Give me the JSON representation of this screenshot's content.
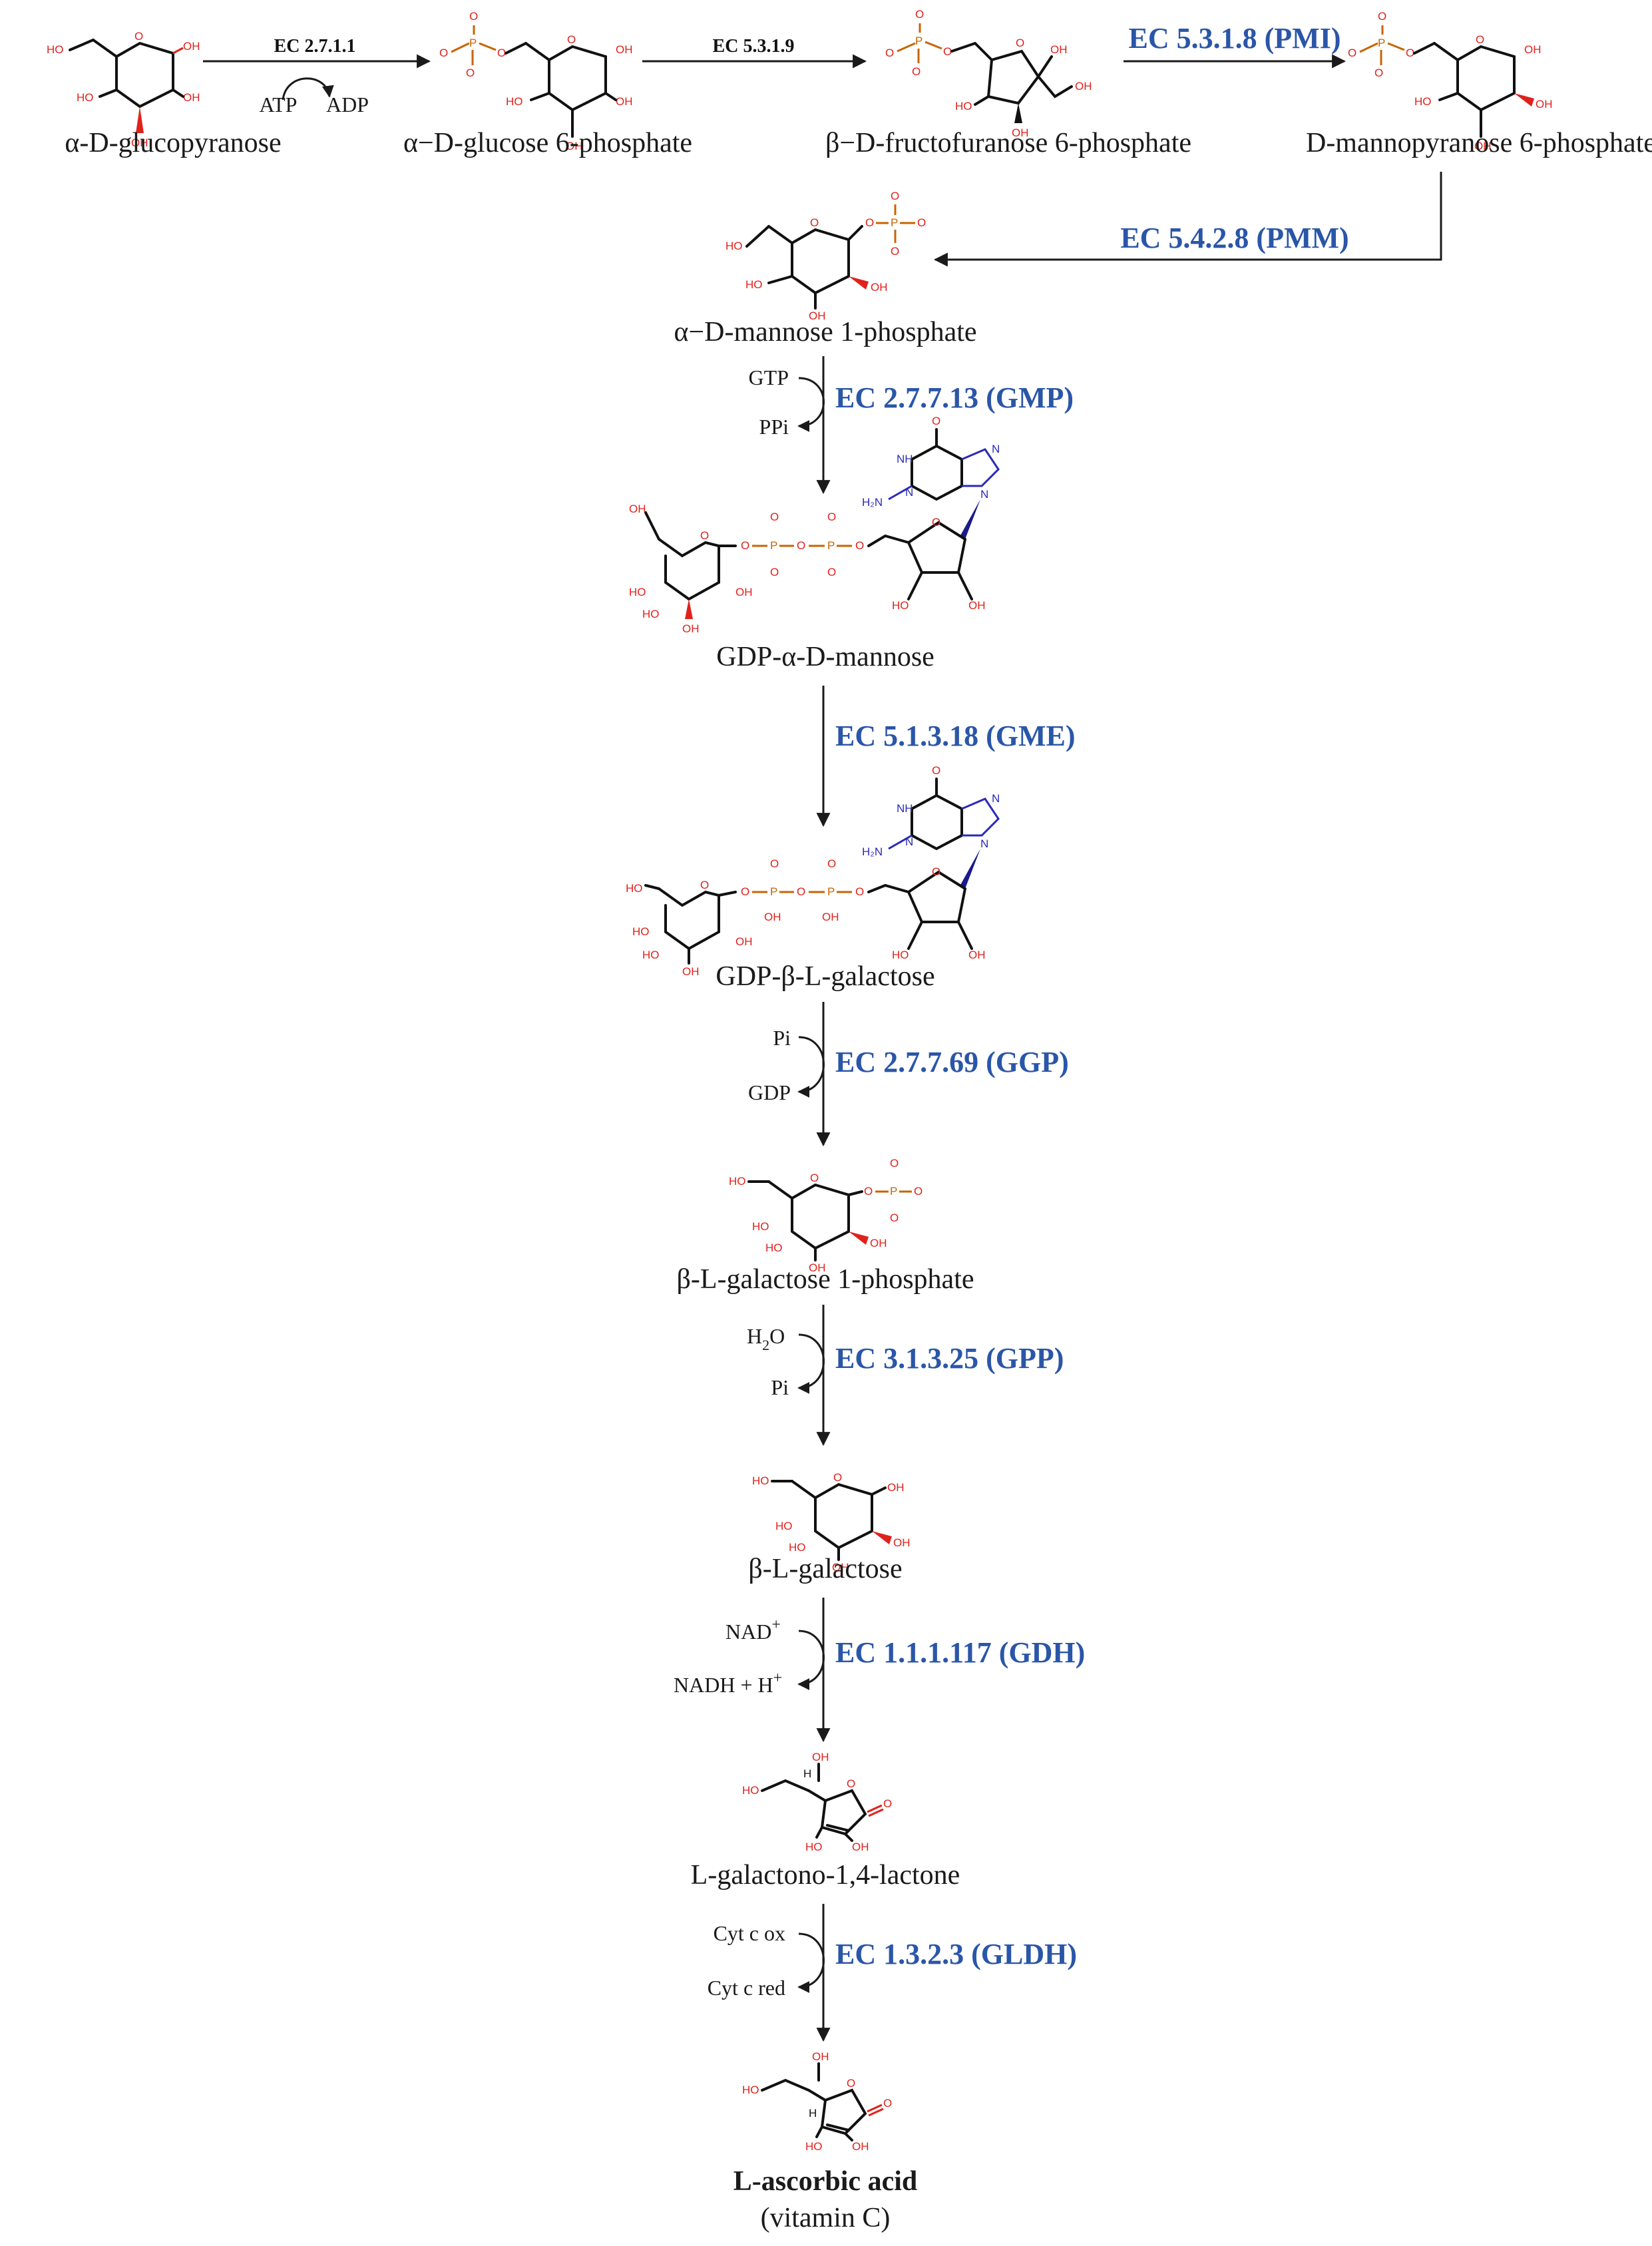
{
  "compounds": [
    {
      "id": "glucopyranose",
      "label_parts": [
        "α-D-glucopyranose"
      ]
    },
    {
      "id": "glucose6p",
      "label_parts": [
        "α−D-glucose 6-phosphate"
      ]
    },
    {
      "id": "fructofuranose6p",
      "label_parts": [
        "β−D-fructofuranose 6-phosphate"
      ]
    },
    {
      "id": "mannopyranose6p",
      "label_parts": [
        "D-mannopyranose 6-phosphate"
      ]
    },
    {
      "id": "mannose1p",
      "label_parts": [
        "α−D-mannose 1-phosphate"
      ]
    },
    {
      "id": "gdp_mannose",
      "label_parts": [
        "GDP-α-D-mannose"
      ]
    },
    {
      "id": "gdp_galactose",
      "label_parts": [
        "GDP-β-L-galactose"
      ]
    },
    {
      "id": "galactose1p",
      "label_parts": [
        "β-L-galactose 1-phosphate"
      ]
    },
    {
      "id": "galactose",
      "label_parts": [
        "β-L-galactose"
      ]
    },
    {
      "id": "galactonolactone",
      "label_parts": [
        "L-galactono-1,4-lactone"
      ]
    },
    {
      "id": "ascorbic",
      "label_parts": [
        "L-ascorbic acid"
      ],
      "sublabel": "(vitamin C)"
    }
  ],
  "enzymes": {
    "e1": "EC 2.7.1.1",
    "e2": "EC 5.3.1.9",
    "e3": "EC 5.3.1.8 (PMI)",
    "e4": "EC 5.4.2.8 (PMM)",
    "e5": "EC 2.7.7.13 (GMP)",
    "e6": "EC 5.1.3.18 (GME)",
    "e7": "EC 2.7.7.69 (GGP)",
    "e8": "EC 3.1.3.25 (GPP)",
    "e9": "EC 1.1.1.117 (GDH)",
    "e10": "EC 1.3.2.3 (GLDH)"
  },
  "cofactors": {
    "atp": "ATP",
    "adp": "ADP",
    "gtp": "GTP",
    "ppi": "PPi",
    "pi_in": "Pi",
    "gdp_out": "GDP",
    "h2o": "H",
    "h2o_sub": "2",
    "h2o_tail": "O",
    "pi_out": "Pi",
    "nad": "NAD",
    "nad_sup": "+",
    "nadh": "NADH + H",
    "nadh_sup": "+",
    "cytox": "Cyt c ox",
    "cytred": "Cyt c red"
  },
  "atoms": {
    "oh": "OH",
    "ho": "HO",
    "o": "O",
    "p": "P",
    "o_minus": "O",
    "minus": "−",
    "n": "N",
    "nh": "NH",
    "h2n": "H₂N",
    "h": "H",
    "oh_p": "OH"
  },
  "colors": {
    "enzyme": "#2a56a8",
    "oxygen": "#e0221c",
    "nitrogen": "#2a2ab8",
    "phosphorus": "#c86400",
    "carbon": "#111111"
  }
}
